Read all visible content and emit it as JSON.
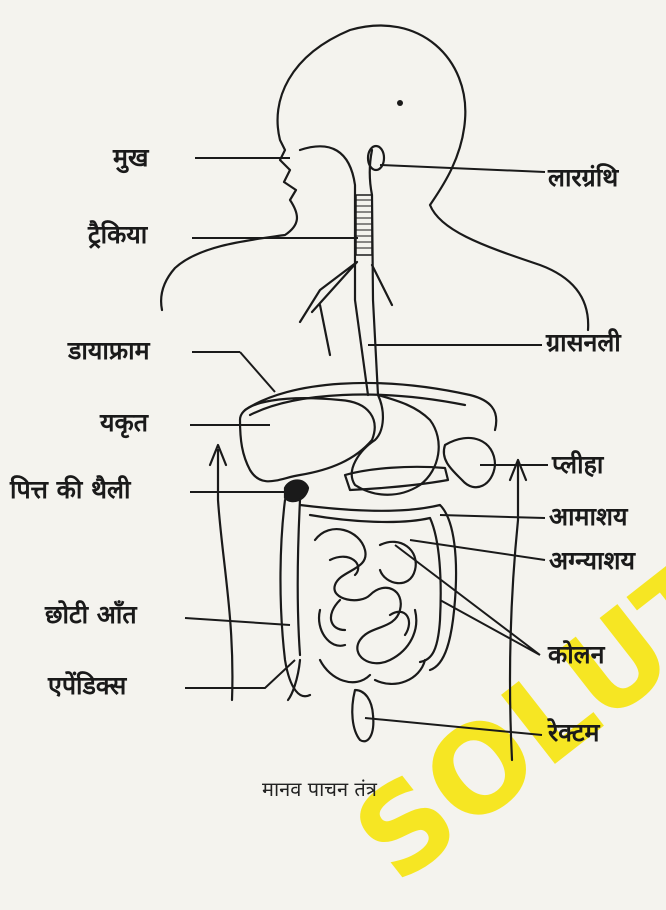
{
  "labels_left": [
    "मुख",
    "ट्रैकिया",
    "डायाफ्राम",
    "यकृत",
    "पित्त की थैली",
    "छोटी आँत",
    "एपेंडिक्स"
  ],
  "labels_right": [
    "लारग्रंथि",
    "ग्रासनली",
    "प्लीहा",
    "आमाशय",
    "अग्न्याशय",
    "कोलन",
    "रेक्टम"
  ],
  "caption": "मानव पाचन तंत्र",
  "watermark": "SOLUTION",
  "colors": {
    "ink": "#1a1a1a",
    "background": "#f4f3ee",
    "watermark": "#f7e400"
  }
}
